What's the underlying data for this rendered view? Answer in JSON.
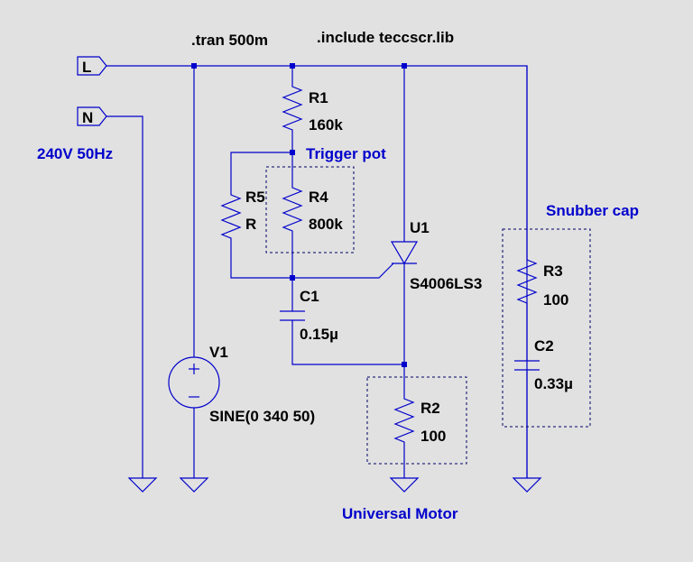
{
  "directives": {
    "tran": ".tran 500m",
    "include": ".include teccscr.lib"
  },
  "ports": {
    "L": "L",
    "N": "N"
  },
  "annotations": {
    "supply": "240V 50Hz",
    "trigger_pot": "Trigger pot",
    "snubber_cap": "Snubber cap",
    "universal_motor": "Universal Motor"
  },
  "components": {
    "R1": {
      "name": "R1",
      "value": "160k"
    },
    "R4": {
      "name": "R4",
      "value": "800k"
    },
    "R5": {
      "name": "R5",
      "value": "R"
    },
    "C1": {
      "name": "C1",
      "value": "0.15µ"
    },
    "U1": {
      "name": "U1",
      "value": "S4006LS3"
    },
    "R2": {
      "name": "R2",
      "value": "100"
    },
    "R3": {
      "name": "R3",
      "value": "100"
    },
    "C2": {
      "name": "C2",
      "value": "0.33µ"
    },
    "V1": {
      "name": "V1",
      "value": "SINE(0 340 50)"
    }
  },
  "colors": {
    "wire": "#0000cc",
    "background": "#e1e1e1",
    "annotation": "#0000cc",
    "label": "#000000"
  }
}
